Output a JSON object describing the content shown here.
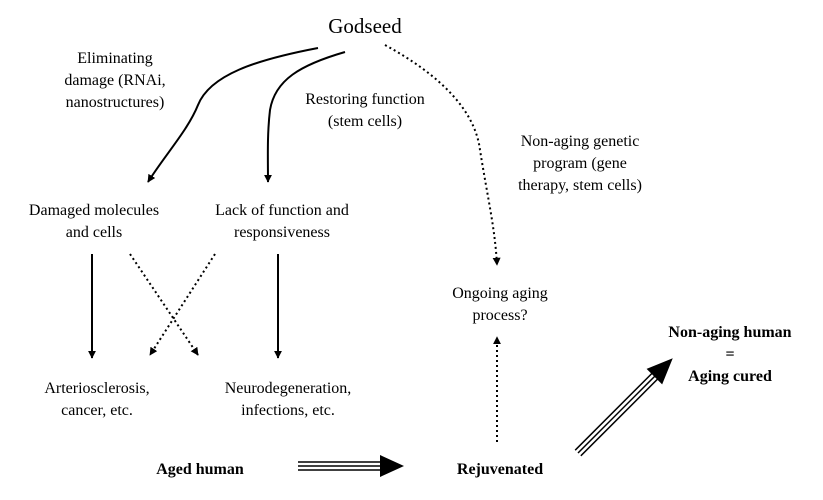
{
  "title": "Godseed",
  "pathways": {
    "eliminating": [
      "Eliminating",
      "damage (RNAi,",
      "nanostructures)"
    ],
    "restoring": [
      "Restoring function",
      "(stem cells)"
    ],
    "genetic": [
      "Non-aging genetic",
      "program (gene",
      "therapy, stem cells)"
    ]
  },
  "causes": {
    "damaged": [
      "Damaged molecules",
      "and cells"
    ],
    "lack": [
      "Lack of function and",
      "responsiveness"
    ]
  },
  "diseases": {
    "arterio": [
      "Arteriosclerosis,",
      "cancer, etc."
    ],
    "neuro": [
      "Neurodegeneration,",
      "infections, etc."
    ]
  },
  "ongoing": [
    "Ongoing aging",
    "process?"
  ],
  "aged": "Aged human",
  "rejuvenated": "Rejuvenated",
  "result": [
    "Non-aging human",
    "=",
    "Aging cured"
  ]
}
